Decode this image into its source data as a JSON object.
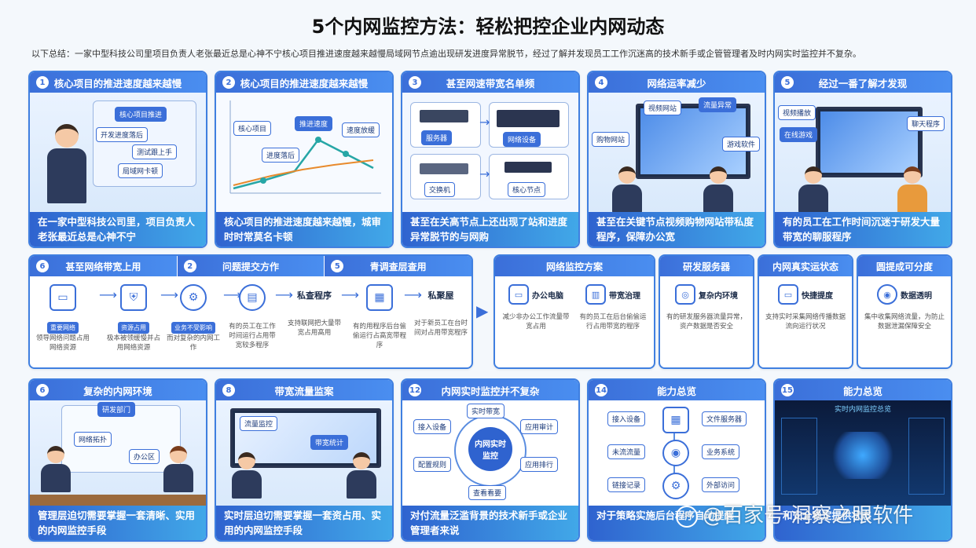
{
  "title": "5个内网监控方法：轻松把控企业内网动态",
  "subtitle": "以下总结：一家中型科技公司里项目负责人老张最近总是心神不宁核心项目推进速度越来越慢局域网节点逾出现研发进度异常脱节，经过了解并发现员工工作沉迷高的技术新手或企管管理者及时内网实时监控并不复杂。",
  "row1": [
    {
      "num": "1",
      "head": "核心项目的推进速度越来越慢",
      "caption": "在一家中型科技公司里，项目负责人老张最近总是心神不宁",
      "labels": [
        "核心项目推进",
        "开发进度落后",
        "测试跟上手",
        "局域网卡顿"
      ]
    },
    {
      "num": "2",
      "head": "核心项目的推进速度越来越慢",
      "caption": "核心项目的推进速度越来越慢，城审时时常莫名卡顿",
      "labels": [
        "核心项目",
        "推进速度",
        "进度落后",
        "速度放缓"
      ]
    },
    {
      "num": "3",
      "head": "甚至网速带宽名单频",
      "caption": "甚至在关高节点上还出现了站和进度异常脱节的与网购",
      "labels": [
        "服务器",
        "网络设备",
        "交换机",
        "核心节点"
      ]
    },
    {
      "num": "4",
      "head": "网络运率减少",
      "caption": "甚至在关键节点视频购物网站带私度程序，保障办公宽",
      "labels": [
        "视频网站",
        "流量异常",
        "购物网站",
        "游戏软件"
      ]
    },
    {
      "num": "5",
      "head": "经过一番了解才发现",
      "caption": "有的员工在工作时间沉迷于研发大量带宽的聊服程序",
      "labels": [
        "视频播放",
        "在线游戏",
        "聊天程序"
      ]
    }
  ],
  "flow": {
    "sections": [
      {
        "num": "6",
        "label": "甚至网络带宽上用"
      },
      {
        "num": "2",
        "label": "问题提交方作"
      },
      {
        "num": "5",
        "label": "青调查层查用"
      }
    ],
    "steps": [
      {
        "icon": "monitor-icon",
        "tag": "重要网络",
        "text": "领导网络问题占用网络资源"
      },
      {
        "icon": "shield-icon",
        "tag": "资源占用",
        "text": "极本被领缓慢并占用网络资源"
      },
      {
        "icon": "gear-icon",
        "tag": "业务不受影响",
        "text": "而对复杂的内网工作"
      },
      {
        "icon": "document-icon",
        "tag": "",
        "text": "有的员工在工作时间运行占用带宽较多程序"
      },
      {
        "icon": "text-icon",
        "tag": "私查程序",
        "text": "支持联网把大量带宽占用高用"
      },
      {
        "icon": "server-icon",
        "tag": "",
        "text": "有的用程序后台偷偷运行占高宽带程序"
      },
      {
        "icon": "text-icon",
        "tag": "私聚屋",
        "text": "对于新员工在台时间对占用带宽程序"
      }
    ]
  },
  "panels": [
    {
      "head": "网络监控方案",
      "items": [
        {
          "icon": "computer-icon",
          "label": "办公电脑",
          "text": "减少非办公工作流量带宽占用"
        },
        {
          "icon": "bandwidth-icon",
          "label": "带宽治理",
          "text": "有的员工在后台偷偷运行占用带宽的程序"
        }
      ]
    },
    {
      "head": "研发服务器",
      "items": [
        {
          "icon": "server-icon",
          "label": "复杂内环境",
          "text": "有的研发服务器流量异常，资产数据是否安全"
        }
      ]
    },
    {
      "head": "内网真实运状态",
      "items": [
        {
          "icon": "chart-icon",
          "label": "快捷提度",
          "text": "支持实时采集网络传播数据流向运行状况"
        }
      ]
    },
    {
      "head": "圆提成可分度",
      "items": [
        {
          "icon": "eye-icon",
          "label": "数据透明",
          "text": "集中收集网络流量，为防止数据泄漏保障安全"
        }
      ]
    }
  ],
  "row3": [
    {
      "num": "6",
      "head": "复杂的内网环境",
      "caption": "管理层迫切需要掌握一套清晰、实用的内网监控手段",
      "labels": [
        "研发部门",
        "网络拓扑",
        "办公区"
      ]
    },
    {
      "num": "8",
      "head": "带宽流量监案",
      "caption": "实时层迫切需要掌握一套资占用、实用的内网监控手段",
      "labels": [
        "流量监控",
        "带宽统计"
      ]
    },
    {
      "num": "12",
      "head": "内网实时监控并不复杂",
      "caption": "对付流量泛滥背景的技术新手或企业管理者来说",
      "center": "内网实时监控",
      "around": [
        "实时带宽",
        "应用审计",
        "应用排行",
        "查看看要",
        "配置规则",
        "接入设备"
      ]
    },
    {
      "num": "14",
      "head": "能力总览",
      "caption": "对于策略实施后台程序自动提醒",
      "around": [
        "接入设备",
        "文件服务器",
        "未流流量",
        "业务系统",
        "链接记录",
        "外部访问"
      ]
    },
    {
      "num": "15",
      "head": "能力总览",
      "caption": "和安全稳定提供状态",
      "labels": [
        "实时内网监控总览"
      ]
    }
  ],
  "watermark": "@百家号·洞察之眼软件"
}
